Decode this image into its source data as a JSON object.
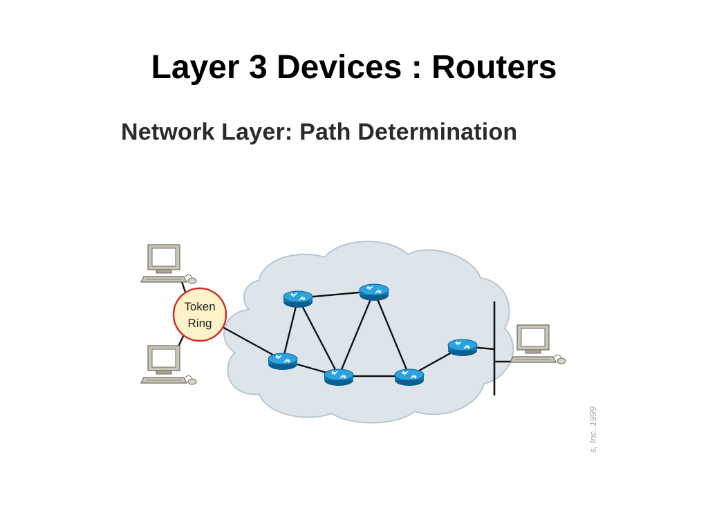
{
  "slide": {
    "title": "Layer 3 Devices : Routers"
  },
  "figure": {
    "title": "Network Layer: Path Determination",
    "token_ring_line1": "Token",
    "token_ring_line2": "Ring",
    "credit": "s, Inc. 1999"
  },
  "colors": {
    "cloud_fill": "#dde5ea",
    "cloud_stroke": "#b9c6cf",
    "router_blue": "#1d8fcc",
    "token_ring_fill": "#fdf3c9",
    "token_ring_stroke": "#d42a2a",
    "link": "#111111"
  },
  "icons": [
    "router-icon",
    "workstation-icon",
    "token-ring-icon",
    "ethernet-bus"
  ]
}
